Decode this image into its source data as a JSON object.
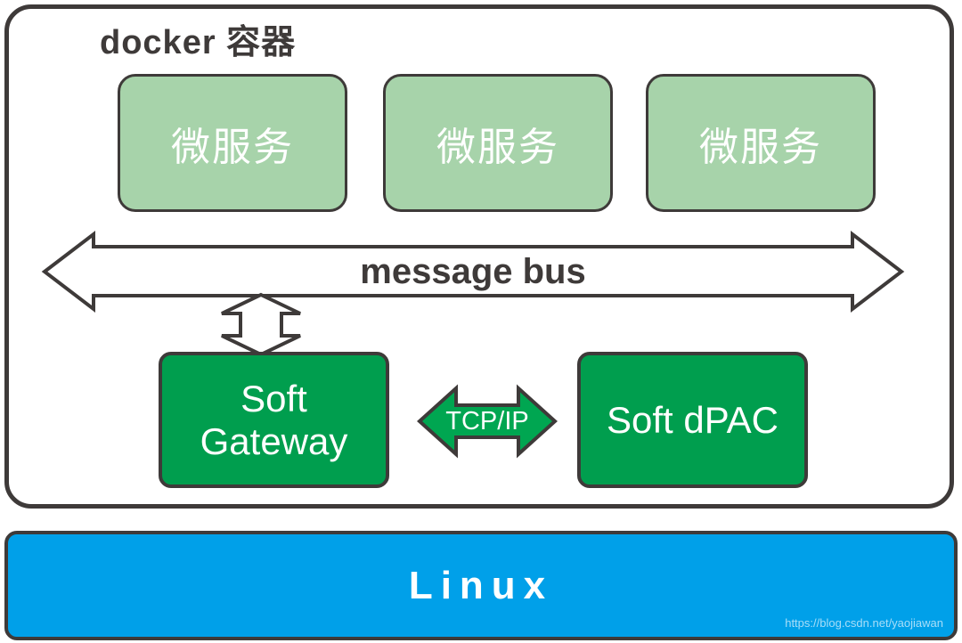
{
  "colors": {
    "ink": "#3E3A39",
    "light_green": "#A7D3AA",
    "green": "#009E4E",
    "arrow_green": "#00A651",
    "blue": "#00A0E9",
    "text_white": "#FFFFFF",
    "watermark_blue": "#A9DEF8"
  },
  "diagram": {
    "container_title": "docker 容器",
    "microservices": [
      {
        "label": "微服务"
      },
      {
        "label": "微服务"
      },
      {
        "label": "微服务"
      }
    ],
    "message_bus": {
      "label": "message bus"
    },
    "soft_gateway": {
      "line1": "Soft",
      "line2": "Gateway"
    },
    "tcp_link": {
      "label": "TCP/IP"
    },
    "soft_dpac": {
      "label": "Soft dPAC"
    },
    "os_layer": {
      "label": "Linux"
    },
    "watermark": {
      "url_text": "https://blog.csdn.net/yaojiawan"
    }
  }
}
